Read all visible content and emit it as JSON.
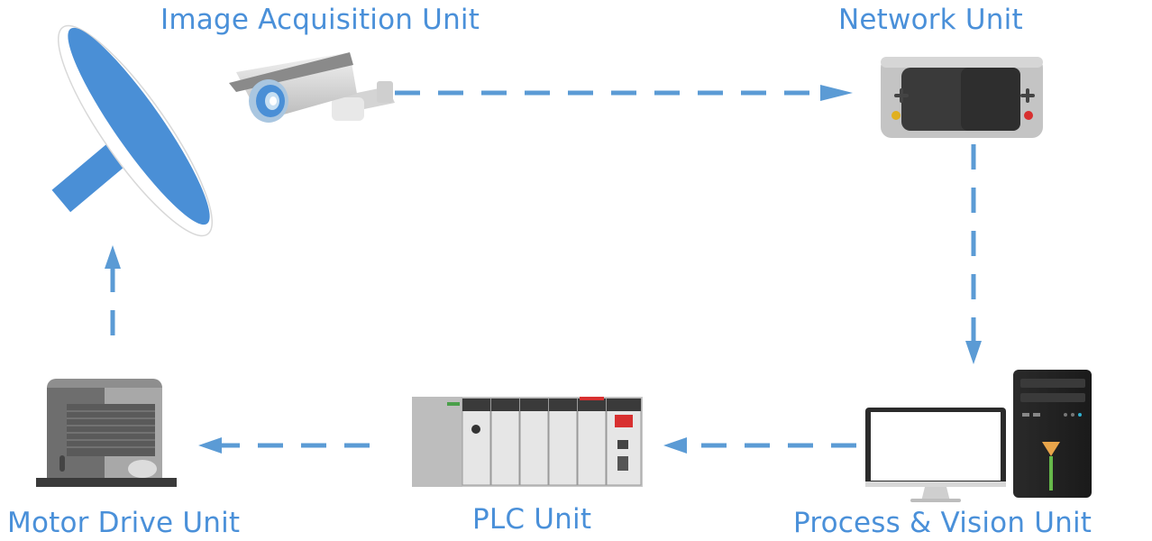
{
  "labels": {
    "image_acquisition": "Image Acquisition Unit",
    "network": "Network Unit",
    "process_vision": "Process & Vision Unit",
    "plc": "PLC Unit",
    "motor_drive": "Motor Drive Unit"
  },
  "colors": {
    "label": "#4a90d9",
    "arrow": "#5b9bd5",
    "disk": "#4a8fd6"
  }
}
